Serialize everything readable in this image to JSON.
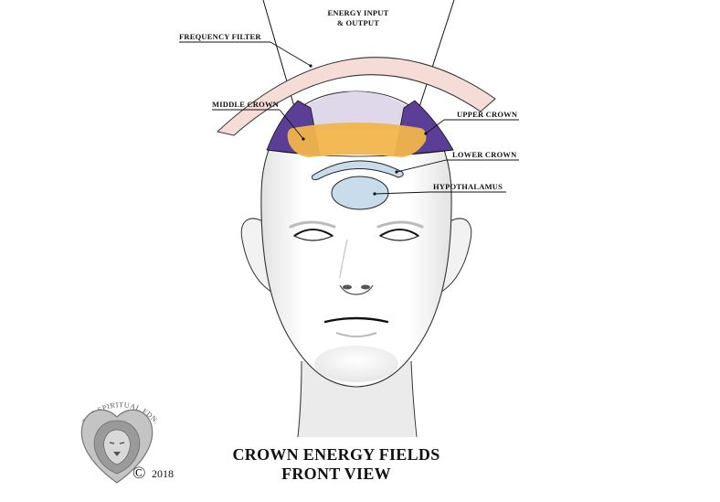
{
  "labels": {
    "energy_line1": "ENERGY INPUT",
    "energy_line2": "& OUTPUT",
    "frequency_filter": "FREQUENCY FILTER",
    "middle_crown": "MIDDLE CROWN",
    "upper_crown": "UPPER CROWN",
    "lower_crown": "LOWER CROWN",
    "hypothalamus": "HYPOTHALAMUS"
  },
  "title": {
    "line1": "CROWN ENERGY FIELDS",
    "line2": "FRONT VIEW"
  },
  "logo": {
    "text": "THE SPIRITUAL FDN.",
    "copyright_symbol": "©",
    "year": "2018"
  },
  "colors": {
    "frequency_filter": "#f6dcd6",
    "upper_crown": "#5b3f97",
    "middle_crown": "#f1b54b",
    "dome": "#ded8ea",
    "lower_crown": "#c9dceb",
    "hypothalamus": "#c9dceb"
  }
}
